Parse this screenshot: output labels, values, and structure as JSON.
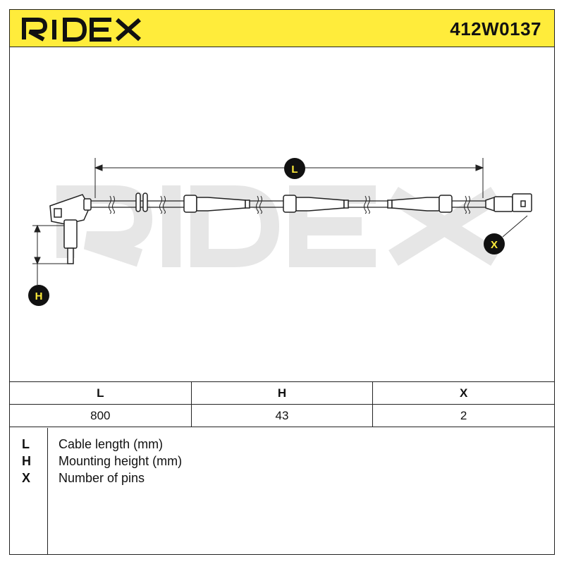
{
  "header": {
    "brand": "RIDEX",
    "part_number": "412W0137",
    "accent_color": "#ffec3b"
  },
  "drawing": {
    "watermark": "RIDEX",
    "callouts": {
      "length": "L",
      "height": "H",
      "pins": "X"
    }
  },
  "spec_table": {
    "headers": [
      "L",
      "H",
      "X"
    ],
    "values": [
      "800",
      "43",
      "2"
    ]
  },
  "legend": [
    {
      "key": "L",
      "description": "Cable length (mm)"
    },
    {
      "key": "H",
      "description": "Mounting height (mm)"
    },
    {
      "key": "X",
      "description": "Number of pins"
    }
  ]
}
